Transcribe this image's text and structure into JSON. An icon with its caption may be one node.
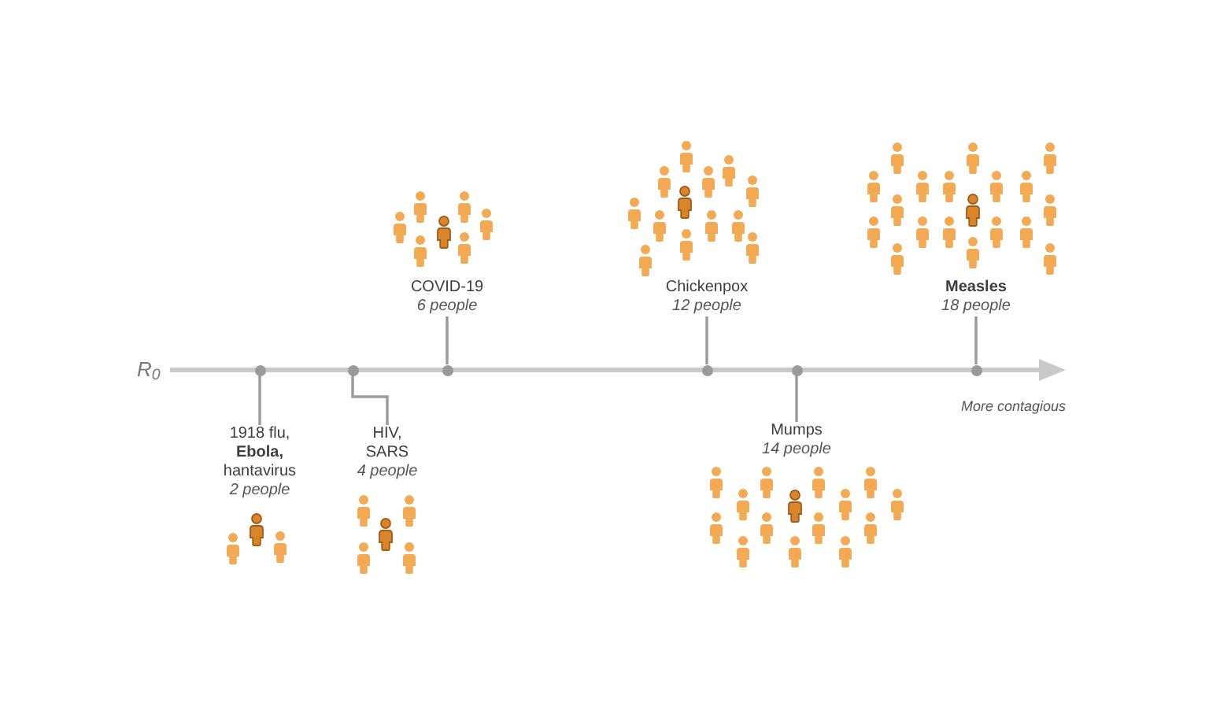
{
  "diagram": {
    "nodes": [
      {
        "text": [
          "1918 flu, **Ebola,** hantavirus",
          "2 people"
        ]
      },
      {
        "text": [],
        "shape": "circle"
      },
      {
        "text": [
          "HIV, SARS",
          "4 people"
        ]
      },
      {
        "text": [],
        "shape": "circle"
      },
      {
        "text": [
          "COVID-19",
          "6 people"
        ]
      },
      {
        "text": [],
        "shape": "circle"
      },
      {
        "text": [
          "Chickenpox",
          "12 people"
        ]
      },
      {
        "text": [],
        "shape": "circle"
      },
      {
        "text": [
          "Mumps",
          "14 people"
        ]
      },
      {
        "text": [],
        "shape": "circle"
      },
      {
        "text": [
          "Measles",
          "18 people"
        ]
      },
      {
        "text": [],
        "shape": "circle"
      }
    ],
    "edges": [
      {
        "from": 0,
        "to": 1,
        "arrow": "none"
      },
      {
        "from": 2,
        "to": 3,
        "arrow": "none"
      },
      {
        "from": 4,
        "to": 5,
        "arrow": "none"
      },
      {
        "from": 6,
        "to": 7,
        "arrow": "none"
      },
      {
        "from": 8,
        "to": 9,
        "arrow": "none"
      },
      {
        "from": 10,
        "to": 11,
        "arrow": "none"
      }
    ],
    "labels": [
      "R$_{0}$",
      "More contagious"
    ]
  }
}
